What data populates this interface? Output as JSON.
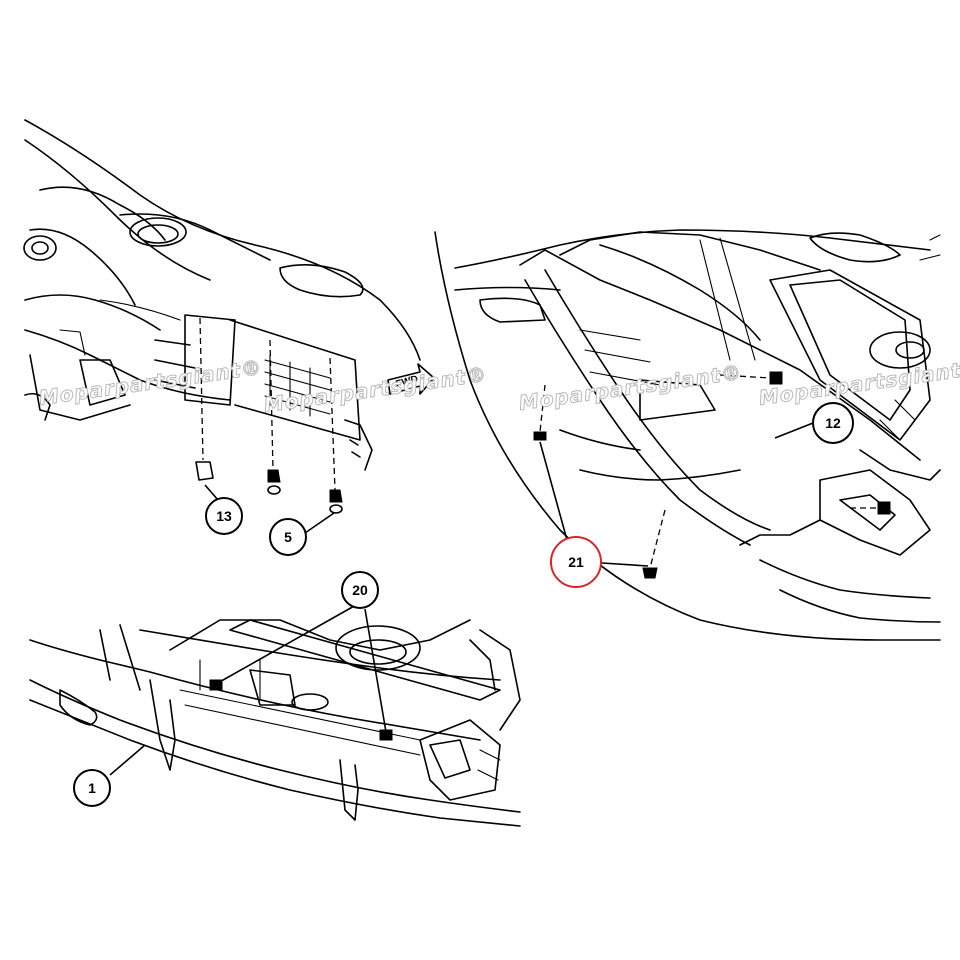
{
  "callouts": [
    {
      "id": "13",
      "label": "13",
      "highlight": false
    },
    {
      "id": "5",
      "label": "5",
      "highlight": false
    },
    {
      "id": "12",
      "label": "12",
      "highlight": false
    },
    {
      "id": "21",
      "label": "21",
      "highlight": true
    },
    {
      "id": "20",
      "label": "20",
      "highlight": false
    },
    {
      "id": "1",
      "label": "1",
      "highlight": false
    }
  ],
  "fwd_label": "FWD",
  "watermark": "Moparpartsgiant®",
  "colors": {
    "line": "#000000",
    "highlight": "#d9252c",
    "watermark": "#b9b9b9",
    "background": "#ffffff"
  }
}
